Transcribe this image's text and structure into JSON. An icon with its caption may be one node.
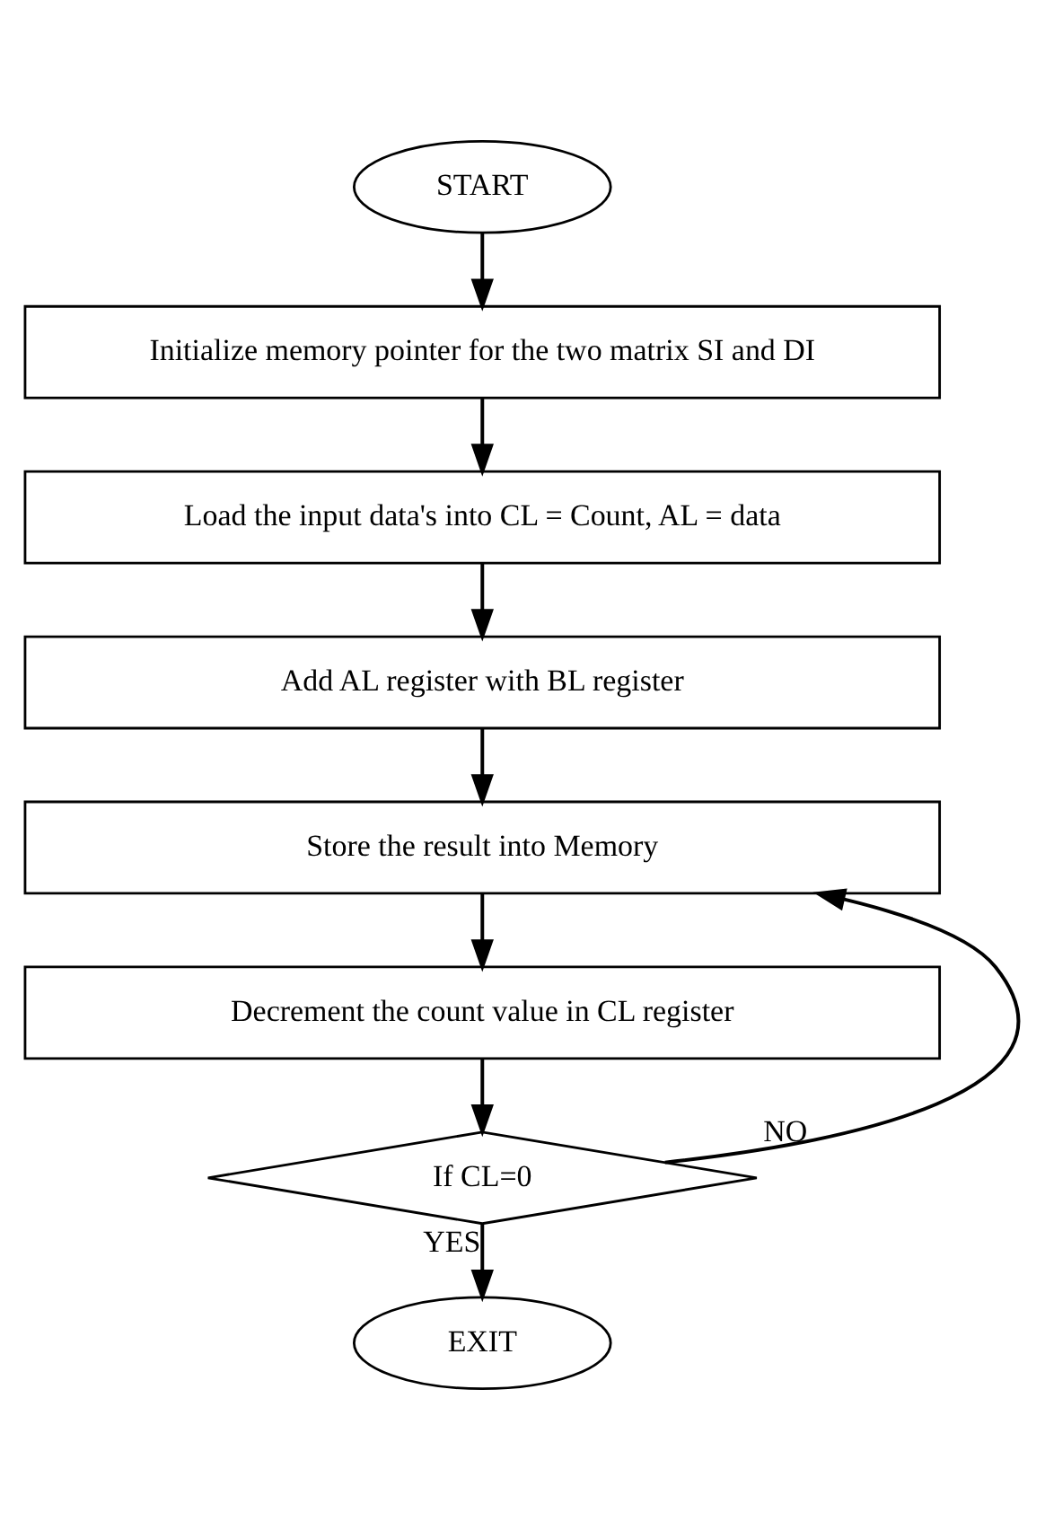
{
  "diagram": {
    "nodes": [
      {
        "text": [
          "START"
        ]
      },
      {
        "text": [
          "Initialize memory pointer for the two matrix SI and DI"
        ]
      },
      {
        "text": [
          "Load the input data's into CL = Count, AL = data"
        ]
      },
      {
        "text": [
          "Add AL register with BL register"
        ]
      },
      {
        "text": [
          "Store the result into Memory"
        ]
      },
      {
        "text": [
          "Decrement the count value in CL register"
        ]
      },
      {
        "text": [
          "If CL=0"
        ]
      },
      {
        "text": [
          "EXIT"
        ]
      }
    ],
    "edges": [
      {
        "from": 0,
        "to": 1,
        "arrow": "to"
      },
      {
        "from": 1,
        "to": 2,
        "arrow": "to"
      },
      {
        "from": 2,
        "to": 3,
        "arrow": "to"
      },
      {
        "from": 3,
        "to": 4,
        "arrow": "to"
      },
      {
        "from": 4,
        "to": 5,
        "arrow": "to"
      },
      {
        "from": 5,
        "to": 6,
        "arrow": "to"
      },
      {
        "from": 6,
        "to": 4,
        "arrow": "to",
        "label": "NO"
      },
      {
        "from": 6,
        "to": 7,
        "arrow": "to",
        "label": "YES"
      }
    ]
  }
}
